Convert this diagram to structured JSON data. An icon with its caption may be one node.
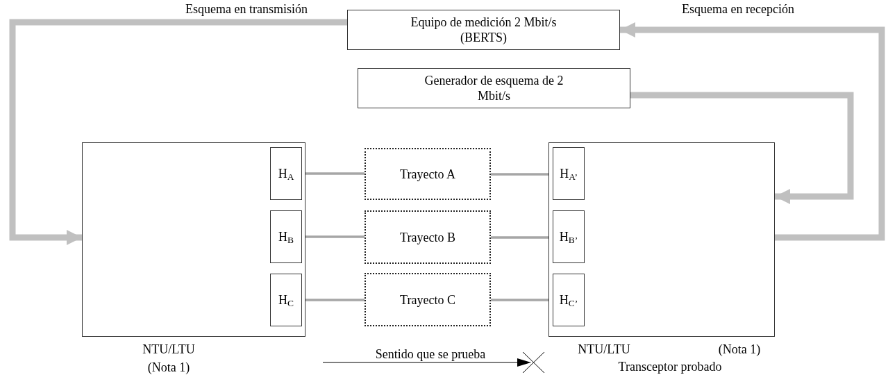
{
  "diagram": {
    "nodes": [
      {
        "text": [
          "Equipo de medición 2 Mbit/s (BERTS)"
        ]
      },
      {
        "text": [
          "Generador de esquema de 2 Mbit/s"
        ]
      },
      {
        "text": [],
        "shape": "box",
        "beside": [
          "NTU/LTU (Nota 1)"
        ]
      },
      {
        "text": [
          "H$_{A}$"
        ],
        "in": 2
      },
      {
        "text": [
          "H$_{B}$"
        ],
        "in": 2
      },
      {
        "text": [
          "H$_{C}$"
        ],
        "in": 2
      },
      {
        "text": [
          "Trayecto A"
        ]
      },
      {
        "text": [
          "Trayecto B"
        ]
      },
      {
        "text": [
          "Trayecto C"
        ]
      },
      {
        "text": [],
        "shape": "box",
        "beside": [
          "NTU/LTU",
          "(Nota 1)",
          "Transceptor probado"
        ]
      },
      {
        "text": [
          "H$_{A’}$"
        ],
        "in": 9
      },
      {
        "text": [
          "H$_{B’}$"
        ],
        "in": 9
      },
      {
        "text": [
          "H$_{C’}$"
        ],
        "in": 9
      }
    ],
    "edges": [
      {
        "from": 0,
        "to": 2,
        "arrow": "to",
        "label": "Esquema en transmisión",
        "style": "thick"
      },
      {
        "from": 9,
        "to": 0,
        "arrow": "to",
        "label": "Esquema en recepción",
        "style": "thick"
      },
      {
        "from": 1,
        "to": 9,
        "arrow": "to",
        "style": "thick"
      },
      {
        "from": 3,
        "to": 6,
        "arrow": "none"
      },
      {
        "from": 6,
        "to": 10,
        "arrow": "none"
      },
      {
        "from": 4,
        "to": 7,
        "arrow": "none"
      },
      {
        "from": 7,
        "to": 11,
        "arrow": "none"
      },
      {
        "from": 5,
        "to": 8,
        "arrow": "none"
      },
      {
        "from": 8,
        "to": 12,
        "arrow": "none"
      }
    ],
    "labels": [
      "Sentido que se prueba"
    ]
  }
}
